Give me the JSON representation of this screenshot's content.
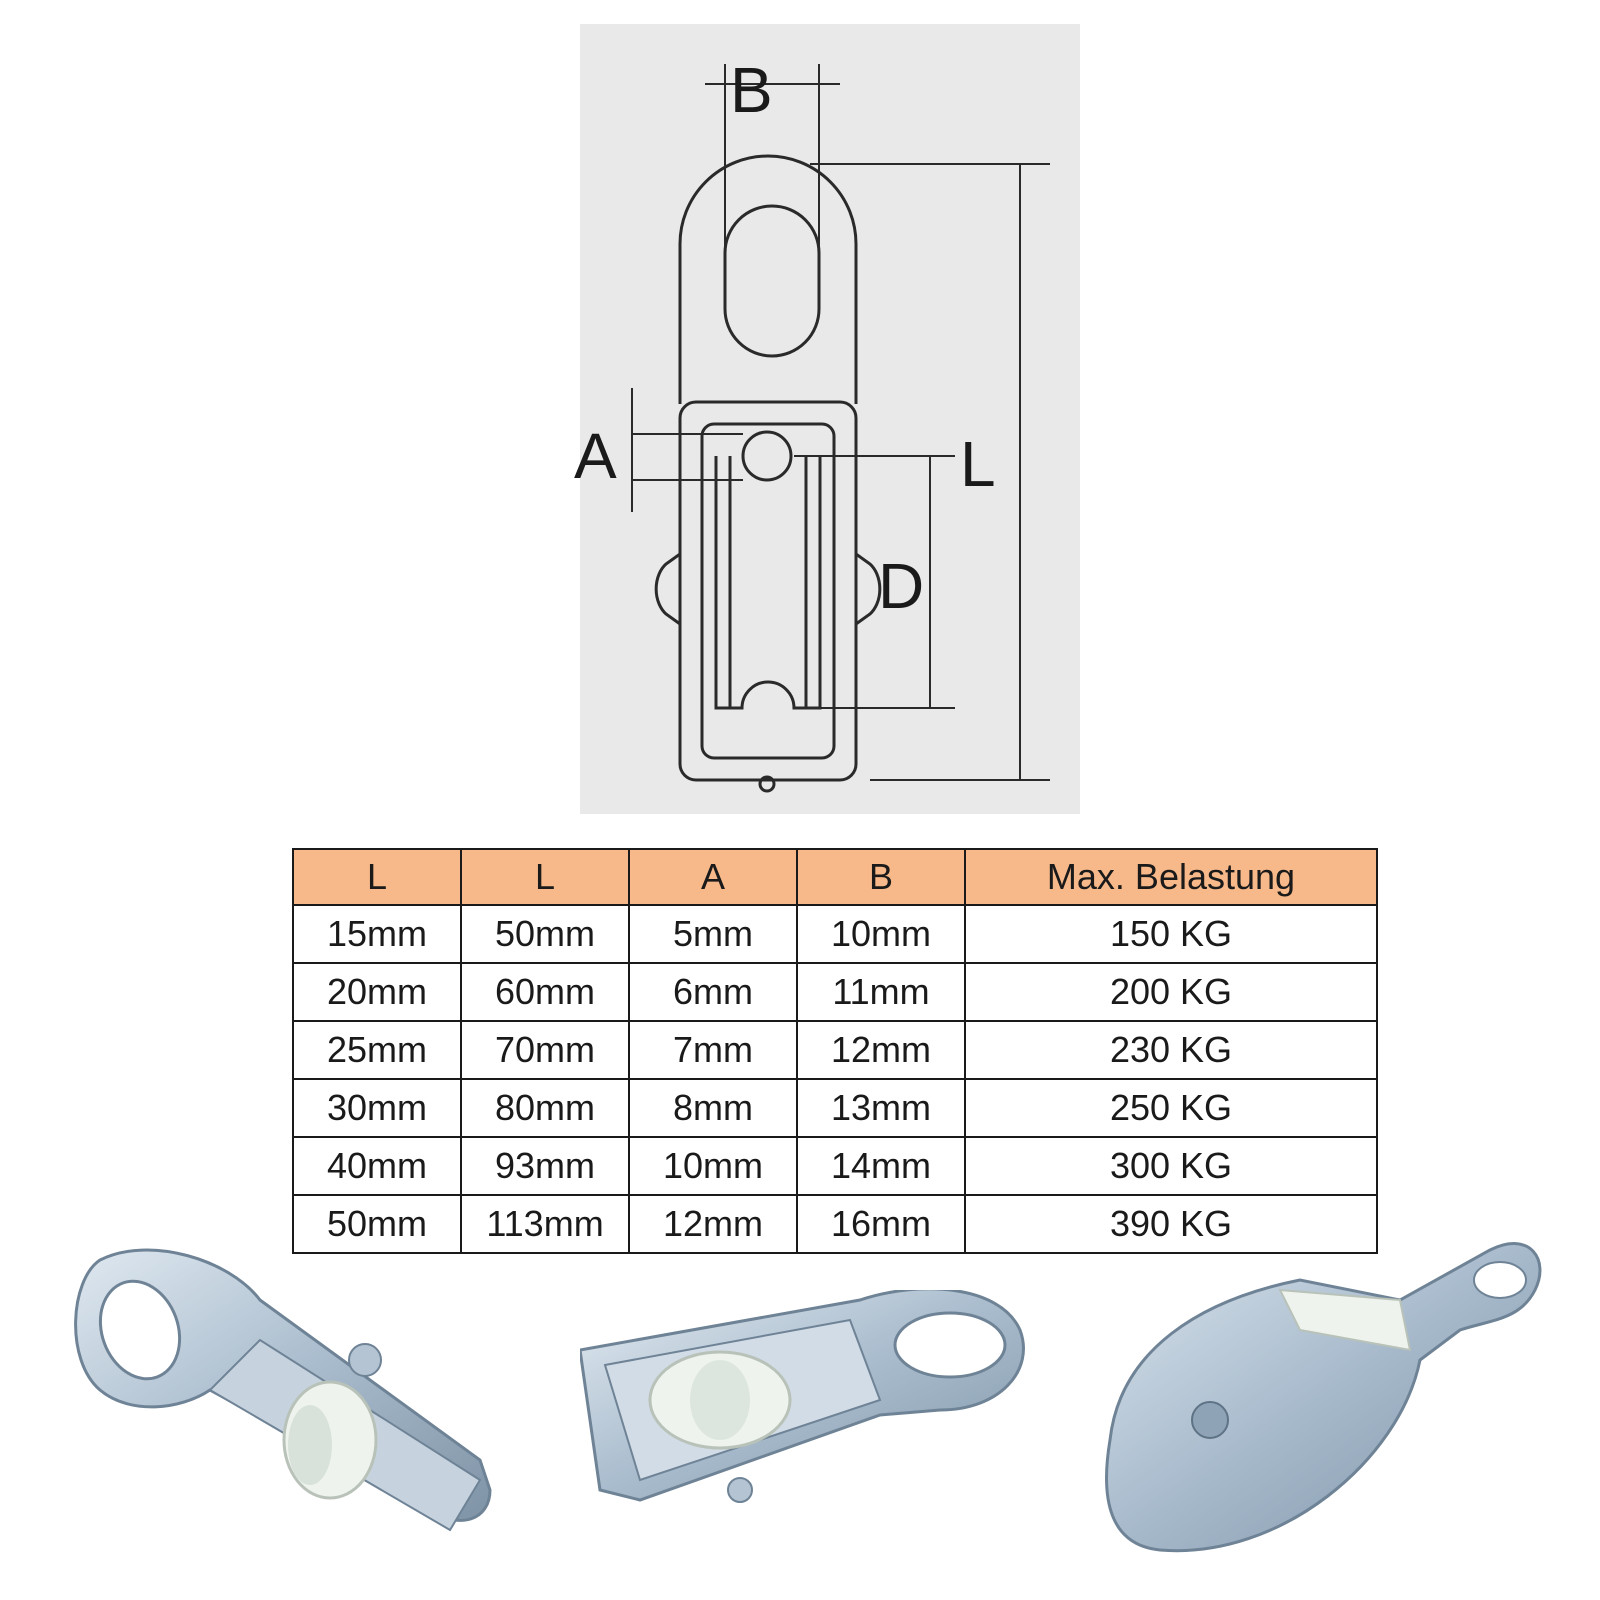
{
  "diagram": {
    "labels": {
      "b": "B",
      "a": "A",
      "l": "L",
      "d": "D"
    }
  },
  "spec_table": {
    "headers": [
      "L",
      "L",
      "A",
      "B",
      "Max. Belastung"
    ],
    "rows": [
      [
        "15mm",
        "50mm",
        "5mm",
        "10mm",
        "150 KG"
      ],
      [
        "20mm",
        "60mm",
        "6mm",
        "11mm",
        "200 KG"
      ],
      [
        "25mm",
        "70mm",
        "7mm",
        "12mm",
        "230 KG"
      ],
      [
        "30mm",
        "80mm",
        "8mm",
        "13mm",
        "250 KG"
      ],
      [
        "40mm",
        "93mm",
        "10mm",
        "14mm",
        "300 KG"
      ],
      [
        "50mm",
        "113mm",
        "12mm",
        "16mm",
        "390 KG"
      ]
    ]
  },
  "colors": {
    "header_fill": "#f7b98a",
    "metal": "#a9bccd",
    "wheel": "#eef3ee",
    "diagram_bg": "#e9e9e9"
  },
  "photos": [
    {
      "icon": "pulley-eye-left-photo"
    },
    {
      "icon": "pulley-front-photo"
    },
    {
      "icon": "pulley-back-photo"
    }
  ]
}
